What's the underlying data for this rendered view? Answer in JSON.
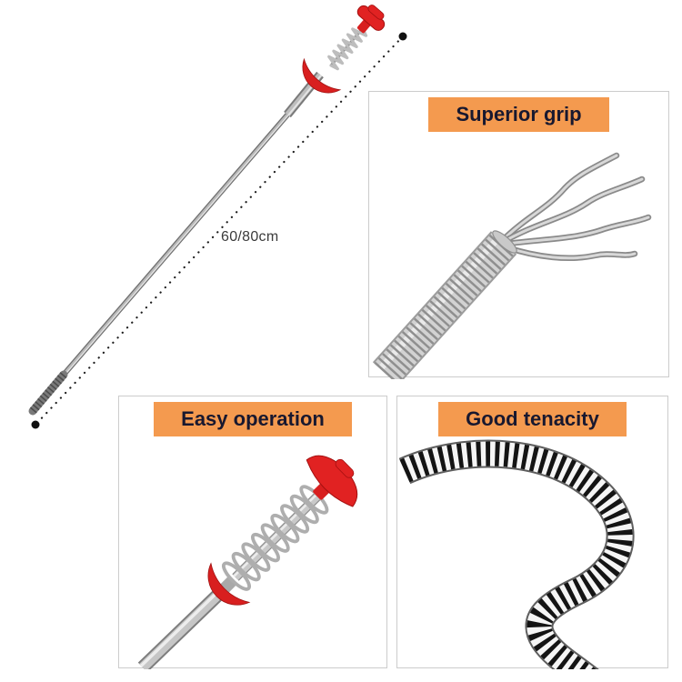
{
  "product_figure": {
    "length_label": "60/80cm"
  },
  "panels": [
    {
      "id": "superior-grip",
      "label": "Superior grip"
    },
    {
      "id": "easy-operation",
      "label": "Easy operation"
    },
    {
      "id": "good-tenacity",
      "label": "Good tenacity"
    }
  ],
  "colors": {
    "accent_orange": "#f49a4f",
    "label_text": "#18182f",
    "tool_red": "#e12222",
    "panel_border": "#cccccc",
    "background": "#ffffff"
  }
}
